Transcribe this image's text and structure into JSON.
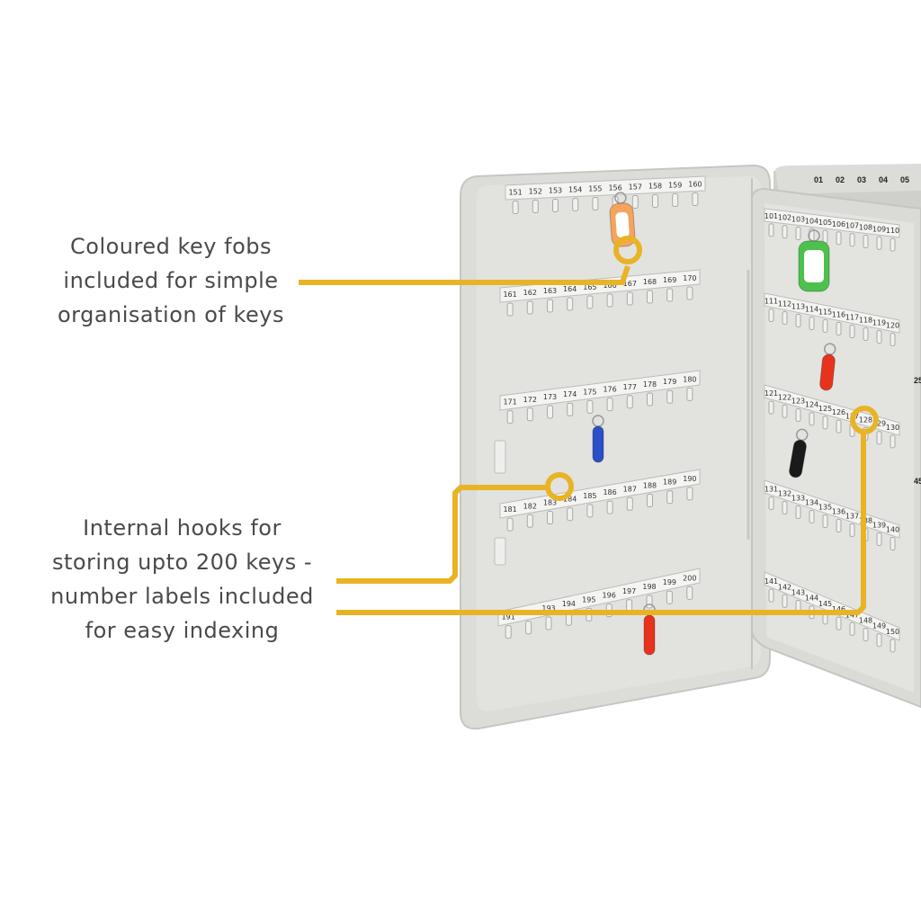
{
  "callouts": [
    {
      "lines": [
        "Coloured key fobs",
        "included for simple",
        "organisation of keys"
      ]
    },
    {
      "lines": [
        "Internal hooks for",
        "storing upto 200 keys -",
        "number labels included",
        "for easy indexing"
      ]
    }
  ],
  "cabinet": {
    "left_rows": [
      [
        "151",
        "152",
        "153",
        "154",
        "155",
        "156",
        "157",
        "158",
        "159",
        "160"
      ],
      [
        "161",
        "162",
        "163",
        "164",
        "165",
        "166",
        "167",
        "168",
        "169",
        "170"
      ],
      [
        "171",
        "172",
        "173",
        "174",
        "175",
        "176",
        "177",
        "178",
        "179",
        "180"
      ],
      [
        "181",
        "182",
        "183",
        "184",
        "185",
        "186",
        "187",
        "188",
        "189",
        "190"
      ],
      [
        "191",
        "192",
        "193",
        "194",
        "195",
        "196",
        "197",
        "198",
        "199",
        "200"
      ]
    ],
    "door_rows": [
      [
        "101",
        "102",
        "103",
        "104",
        "105",
        "106",
        "107",
        "108",
        "109",
        "110"
      ],
      [
        "111",
        "112",
        "113",
        "114",
        "115",
        "116",
        "117",
        "118",
        "119",
        "120"
      ],
      [
        "121",
        "122",
        "123",
        "124",
        "125",
        "126",
        "127",
        "128",
        "129",
        "130"
      ],
      [
        "131",
        "132",
        "133",
        "134",
        "135",
        "136",
        "137",
        "138",
        "139",
        "140"
      ],
      [
        "141",
        "142",
        "143",
        "144",
        "145",
        "146",
        "147",
        "148",
        "149",
        "150"
      ]
    ],
    "door_top_labels": [
      "01",
      "02",
      "03",
      "04",
      "05"
    ],
    "edge_labels": [
      "25",
      "45"
    ],
    "fobs": [
      {
        "name": "orange-fob",
        "color": "#f4a45c"
      },
      {
        "name": "green-fob",
        "color": "#4cc24c"
      },
      {
        "name": "red-fob-door",
        "color": "#e8331c"
      },
      {
        "name": "blue-fob",
        "color": "#2b4fc8"
      },
      {
        "name": "black-fob",
        "color": "#1a1a1a"
      },
      {
        "name": "red-fob-bottom",
        "color": "#e8331c"
      }
    ]
  },
  "colors": {
    "accent": "#e8b425",
    "cabinet": "#d8d8d5",
    "text": "#4a4a4a"
  }
}
